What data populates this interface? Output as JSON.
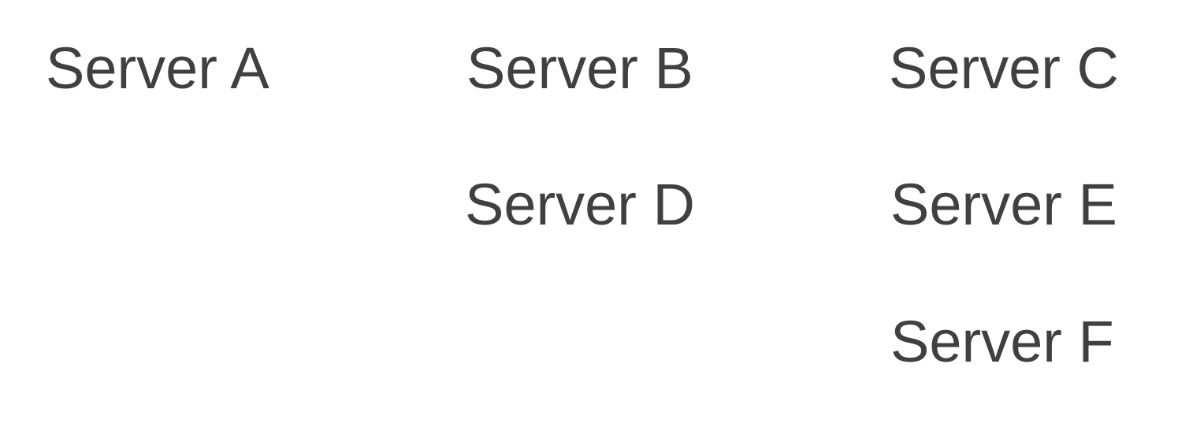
{
  "servers": [
    {
      "label": "Server A"
    },
    {
      "label": "Server B"
    },
    {
      "label": "Server C"
    },
    {
      "label": "Server D"
    },
    {
      "label": "Server E"
    },
    {
      "label": "Server F"
    }
  ]
}
